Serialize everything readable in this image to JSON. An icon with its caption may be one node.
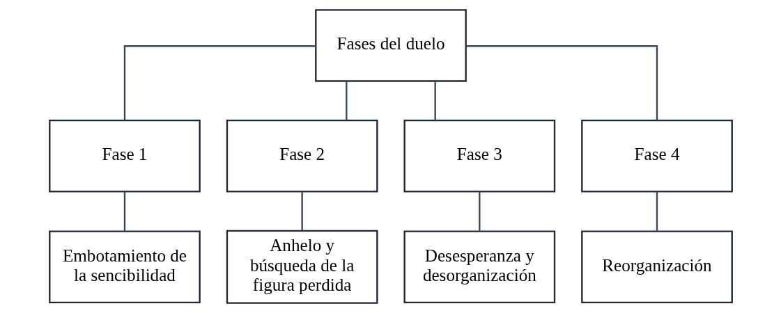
{
  "diagram": {
    "nodes": [
      {
        "text": [
          "Fases del duelo"
        ]
      },
      {
        "text": [
          "Fase 1"
        ]
      },
      {
        "text": [
          "Fase 2"
        ]
      },
      {
        "text": [
          "Fase 3"
        ]
      },
      {
        "text": [
          "Fase 4"
        ]
      },
      {
        "text": [
          "Embotamiento de la sencibilidad"
        ]
      },
      {
        "text": [
          "Anhelo y búsqueda de la figura perdida"
        ]
      },
      {
        "text": [
          "Desesperanza y desorganización"
        ]
      },
      {
        "text": [
          "Reorganización"
        ]
      }
    ],
    "edges": [
      {
        "from": 0,
        "to": 1,
        "arrow": "none"
      },
      {
        "from": 0,
        "to": 2,
        "arrow": "none"
      },
      {
        "from": 0,
        "to": 3,
        "arrow": "none"
      },
      {
        "from": 0,
        "to": 4,
        "arrow": "none"
      },
      {
        "from": 1,
        "to": 5,
        "arrow": "none"
      },
      {
        "from": 2,
        "to": 6,
        "arrow": "none"
      },
      {
        "from": 3,
        "to": 7,
        "arrow": "none"
      },
      {
        "from": 4,
        "to": 8,
        "arrow": "none"
      }
    ]
  }
}
